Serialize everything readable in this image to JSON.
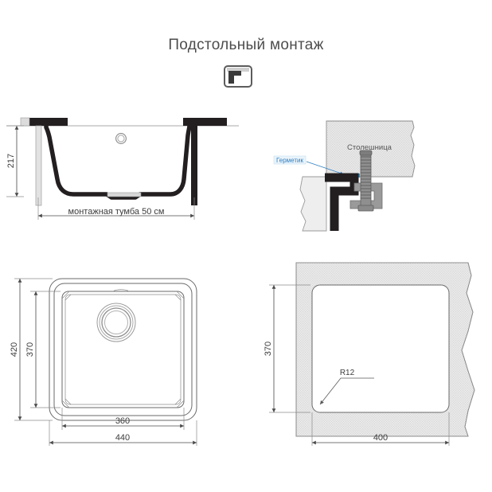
{
  "header": {
    "title": "Подстольный монтаж",
    "icon_name": "undermount-corner-icon"
  },
  "panels": {
    "section_front": {
      "name": "front-section-view",
      "height_dim": "217",
      "cabinet_label": "монтажная тумба 50 см"
    },
    "detail_clamp": {
      "name": "clamp-detail-view",
      "countertop_label": "Столешница",
      "sealant_label": "Герметик",
      "sealant_color": "#1a9ad6"
    },
    "top_view": {
      "name": "sink-top-view",
      "outer_height_dim": "420",
      "inner_height_dim": "370",
      "inner_width_dim": "360",
      "outer_width_dim": "440"
    },
    "cutout": {
      "name": "cutout-template-view",
      "height_dim": "370",
      "width_dim": "400",
      "radius_dim": "R12"
    }
  },
  "colors": {
    "line": "#6a6a6a",
    "dim": "#4a4a4a",
    "dark_fill": "#231f20",
    "hatch": "#d7d7d7",
    "accent_blue": "#1a9ad6"
  }
}
